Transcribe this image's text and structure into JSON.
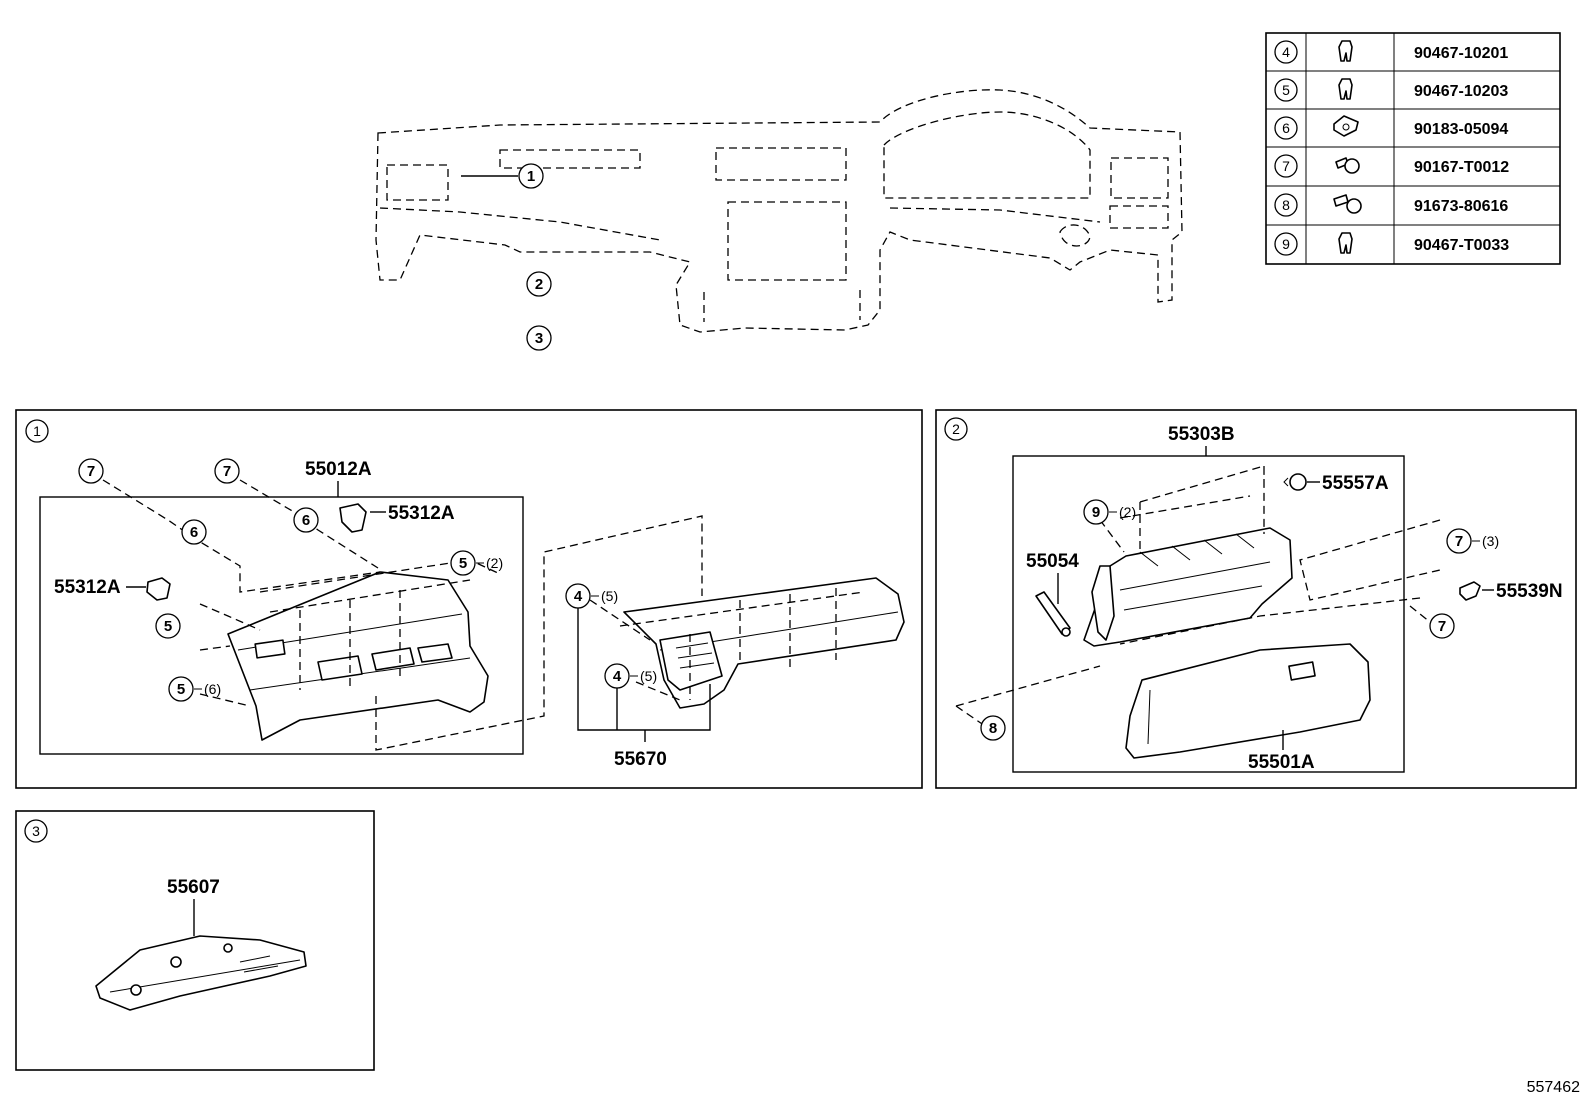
{
  "diagram": {
    "image_number": "557462",
    "fastener_table": [
      {
        "ref": "4",
        "part_no": "90467-10201",
        "icon": "clip-icon"
      },
      {
        "ref": "5",
        "part_no": "90467-10203",
        "icon": "clip-icon"
      },
      {
        "ref": "6",
        "part_no": "90183-05094",
        "icon": "nut-clip-icon"
      },
      {
        "ref": "7",
        "part_no": "90167-T0012",
        "icon": "screw-icon"
      },
      {
        "ref": "8",
        "part_no": "91673-80616",
        "icon": "bolt-icon"
      },
      {
        "ref": "9",
        "part_no": "90467-T0033",
        "icon": "clip-icon"
      }
    ],
    "overview": {
      "callouts": [
        "1",
        "2",
        "3"
      ]
    },
    "section1": {
      "title": "1",
      "parts": {
        "p55012A": "55012A",
        "p55312A_top": "55312A",
        "p55312A_left": "55312A",
        "p55670": "55670"
      },
      "callouts": {
        "c7a": "7",
        "c7b": "7",
        "c6a": "6",
        "c6b": "6",
        "c5a": "5",
        "c5a_qty": "(2)",
        "c5b": "5",
        "c5c": "5",
        "c5c_qty": "(6)",
        "c4a": "4",
        "c4a_qty": "(5)",
        "c4b": "4",
        "c4b_qty": "(5)"
      }
    },
    "section2": {
      "title": "2",
      "parts": {
        "p55303B": "55303B",
        "p55557A": "55557A",
        "p55054": "55054",
        "p55539N": "55539N",
        "p55501A": "55501A"
      },
      "callouts": {
        "c9": "9",
        "c9_qty": "(2)",
        "c7a": "7",
        "c7a_qty": "(3)",
        "c7b": "7",
        "c8": "8"
      }
    },
    "section3": {
      "title": "3",
      "parts": {
        "p55607": "55607"
      }
    }
  }
}
